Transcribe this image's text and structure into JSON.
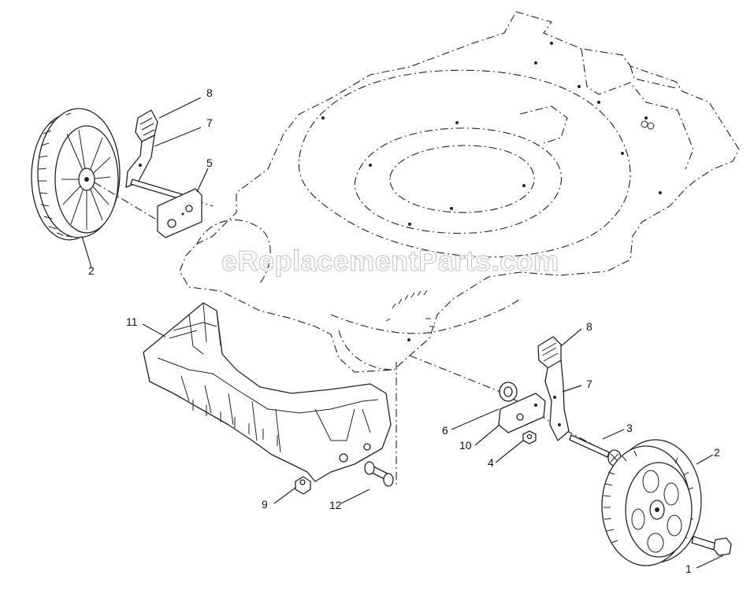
{
  "watermark": "eReplacementParts.com",
  "callouts": {
    "left_8": "8",
    "left_7": "7",
    "left_5": "5",
    "left_2": "2",
    "housing_11": "11",
    "nut_9": "9",
    "pin_12": "12",
    "right_8": "8",
    "right_7": "7",
    "right_6": "6",
    "right_10": "10",
    "right_4": "4",
    "right_3": "3",
    "right_2": "2",
    "right_1": "1"
  },
  "colors": {
    "line": "#222222",
    "background": "#ffffff",
    "watermark_outline": "#b9b9b9"
  }
}
